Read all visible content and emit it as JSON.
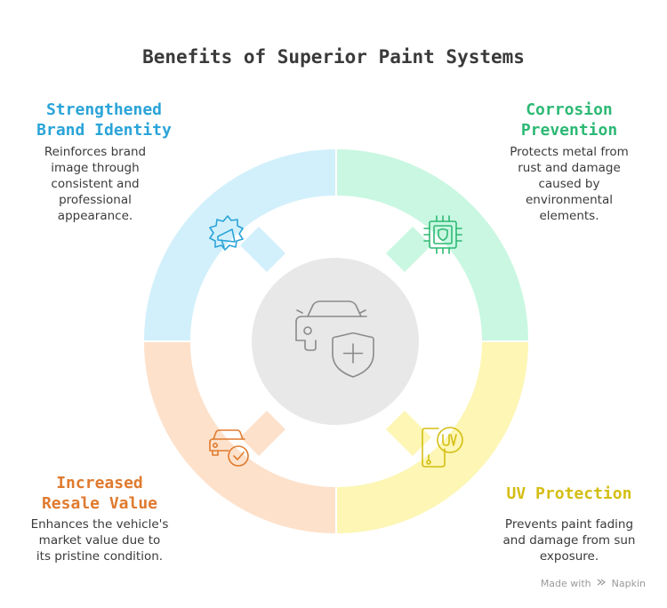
{
  "title": "Benefits of Superior Paint Systems",
  "center": {
    "icon": "car-shield-plus-icon",
    "color": "#e8e8e8"
  },
  "quadrants": [
    {
      "id": "brand",
      "heading": [
        "Strengthened",
        "Brand Identity"
      ],
      "description": [
        "Reinforces brand",
        "image through",
        "consistent and",
        "professional",
        "appearance."
      ],
      "icon": "megaphone-badge-icon",
      "fill": "#d2f0fb",
      "accent": "#2aa4d8"
    },
    {
      "id": "corrosion",
      "heading": [
        "Corrosion",
        "Prevention"
      ],
      "description": [
        "Protects metal from",
        "rust and damage",
        "caused by",
        "environmental",
        "elements."
      ],
      "icon": "chip-shield-icon",
      "fill": "#c9f7e1",
      "accent": "#2db974"
    },
    {
      "id": "resale",
      "heading": [
        "Increased",
        "Resale Value"
      ],
      "description": [
        "Enhances the vehicle's",
        "market value due to",
        "its pristine condition."
      ],
      "icon": "car-check-icon",
      "fill": "#fde1cb",
      "accent": "#e07a2e"
    },
    {
      "id": "uv",
      "heading": [
        "UV Protection"
      ],
      "description": [
        "Prevents paint fading",
        "and damage from sun",
        "exposure."
      ],
      "icon": "uv-device-icon",
      "fill": "#fdf6b5",
      "accent": "#d4be12"
    }
  ],
  "footer": {
    "made_with": "Made with",
    "brand": "Napkin"
  }
}
